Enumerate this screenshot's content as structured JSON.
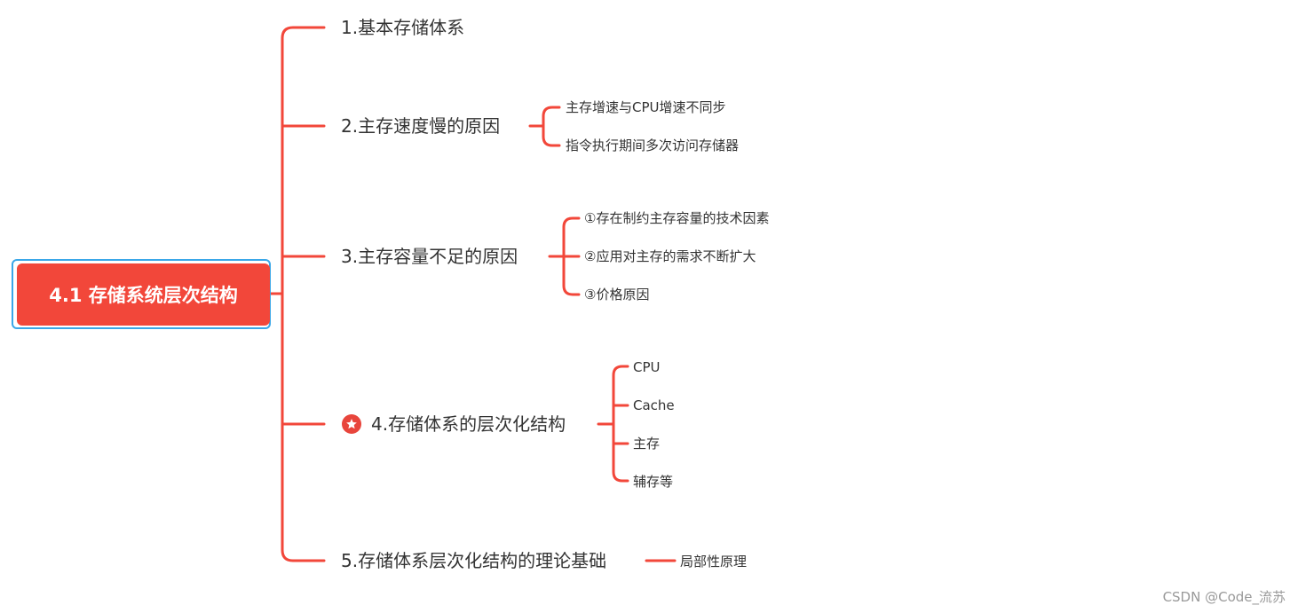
{
  "root": {
    "label": "4.1 存储系统层次结构"
  },
  "branches": [
    {
      "label": "1.基本存储体系",
      "children": []
    },
    {
      "label": "2.主存速度慢的原因",
      "children": [
        "主存增速与CPU增速不同步",
        "指令执行期间多次访问存储器"
      ]
    },
    {
      "label": "3.主存容量不足的原因",
      "children": [
        "①存在制约主存容量的技术因素",
        "②应用对主存的需求不断扩大",
        "③价格原因"
      ]
    },
    {
      "label": "4.存储体系的层次化结构",
      "marker": "star-icon",
      "children": [
        "CPU",
        "Cache",
        "主存",
        "辅存等"
      ]
    },
    {
      "label": "5.存储体系层次化结构的理论基础",
      "children": [
        "局部性原理"
      ]
    }
  ],
  "colors": {
    "branch": "#f2473a",
    "root_fill": "#f2473a",
    "root_outline": "#3aa7e8"
  },
  "watermark": "CSDN @Code_流苏"
}
